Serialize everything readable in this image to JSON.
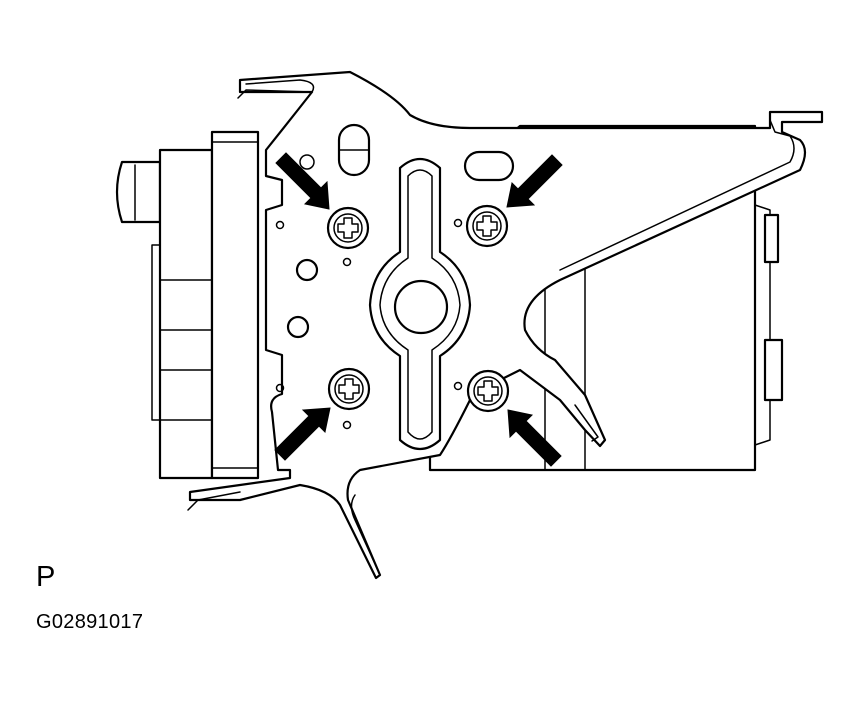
{
  "figure": {
    "view_label": "P",
    "figure_code": "G02891017",
    "callouts": [
      {
        "name": "arrow-upper-left",
        "points_to": "bolt-upper-left"
      },
      {
        "name": "arrow-upper-right",
        "points_to": "bolt-upper-right"
      },
      {
        "name": "arrow-lower-left",
        "points_to": "bolt-lower-left"
      },
      {
        "name": "arrow-lower-right",
        "points_to": "bolt-lower-right"
      }
    ],
    "bolt_count": 4,
    "colors": {
      "line": "#000000",
      "fill": "#ffffff"
    }
  }
}
